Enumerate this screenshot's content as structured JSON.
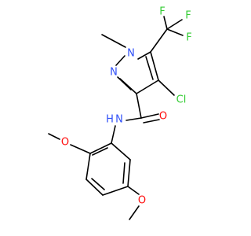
{
  "molecule": {
    "atoms": {
      "f_top_left": {
        "symbol": "F",
        "color": "#33cc33"
      },
      "f_top_right": {
        "symbol": "F",
        "color": "#33cc33"
      },
      "f_right": {
        "symbol": "F",
        "color": "#33cc33"
      },
      "n1": {
        "symbol": "N",
        "color": "#3050f8"
      },
      "n2": {
        "symbol": "N",
        "color": "#3050f8"
      },
      "cl": {
        "symbol": "Cl",
        "color": "#33cc33"
      },
      "o_carbonyl": {
        "symbol": "O",
        "color": "#ff0d0d"
      },
      "nh": {
        "symbol": "N",
        "color": "#3050f8"
      },
      "h_amide": {
        "symbol": "H",
        "color": "#3050f8"
      },
      "o_methoxy_left": {
        "symbol": "O",
        "color": "#ff0d0d"
      },
      "o_methoxy_right": {
        "symbol": "O",
        "color": "#ff0d0d"
      }
    }
  }
}
